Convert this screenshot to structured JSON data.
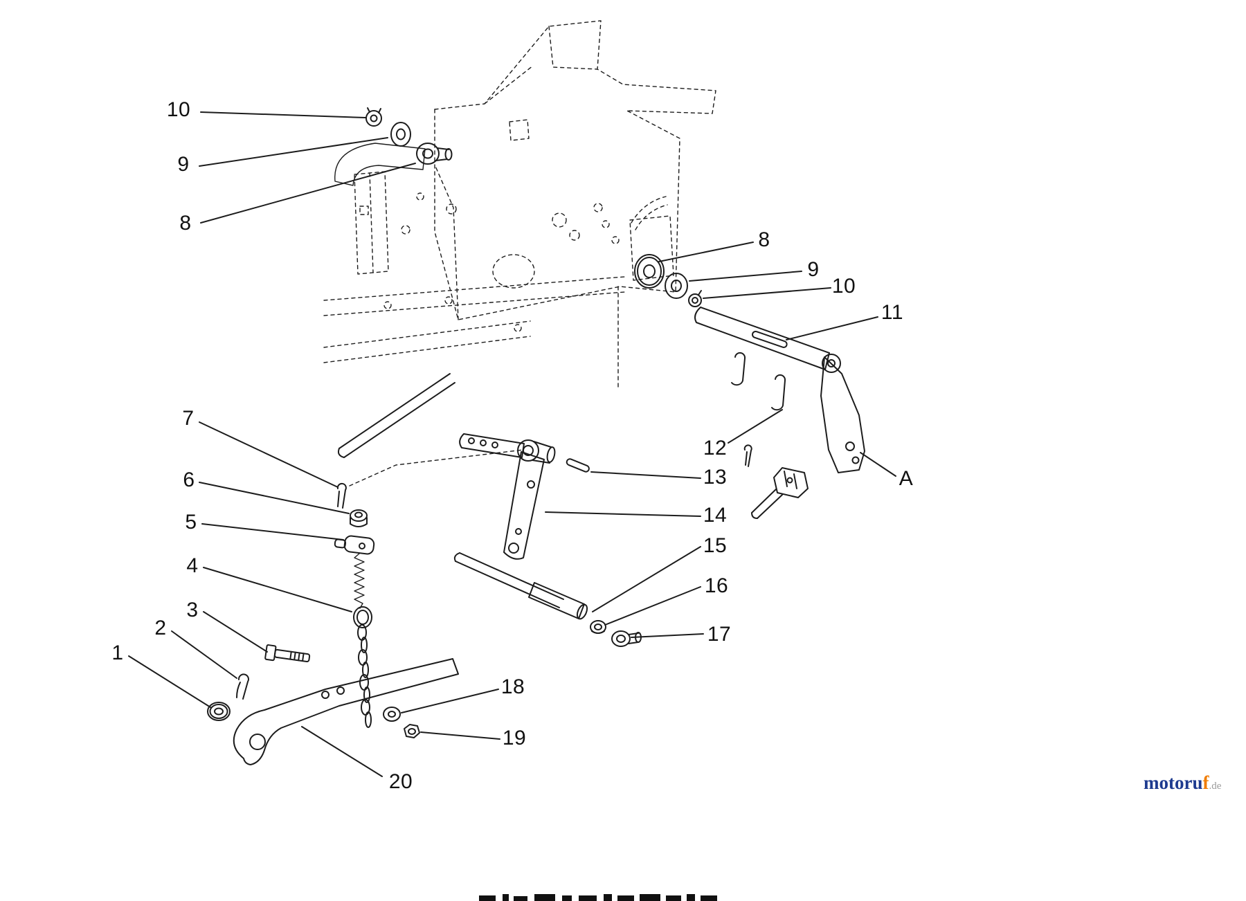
{
  "diagram": {
    "callouts": [
      {
        "id": "upper-left-10",
        "label": "10"
      },
      {
        "id": "upper-left-9",
        "label": "9"
      },
      {
        "id": "upper-left-8",
        "label": "8"
      },
      {
        "id": "right-8",
        "label": "8"
      },
      {
        "id": "right-9",
        "label": "9"
      },
      {
        "id": "right-10",
        "label": "10"
      },
      {
        "id": "right-11",
        "label": "11"
      },
      {
        "id": "right-12",
        "label": "12"
      },
      {
        "id": "right-13",
        "label": "13"
      },
      {
        "id": "right-14",
        "label": "14"
      },
      {
        "id": "right-15",
        "label": "15"
      },
      {
        "id": "right-16",
        "label": "16"
      },
      {
        "id": "right-17",
        "label": "17"
      },
      {
        "id": "plate-a",
        "label": "A"
      },
      {
        "id": "left-7",
        "label": "7"
      },
      {
        "id": "left-6",
        "label": "6"
      },
      {
        "id": "left-5",
        "label": "5"
      },
      {
        "id": "left-4",
        "label": "4"
      },
      {
        "id": "left-3",
        "label": "3"
      },
      {
        "id": "left-2",
        "label": "2"
      },
      {
        "id": "left-1",
        "label": "1"
      },
      {
        "id": "bottom-18",
        "label": "18"
      },
      {
        "id": "bottom-19",
        "label": "19"
      },
      {
        "id": "bottom-20",
        "label": "20"
      }
    ]
  },
  "watermark": {
    "brand": "motoru",
    "accent_letter": "f",
    "tld": ".de",
    "brand_color": "#1d3a8f",
    "accent_color": "#f07c00",
    "tld_color": "#9a9a9a"
  }
}
